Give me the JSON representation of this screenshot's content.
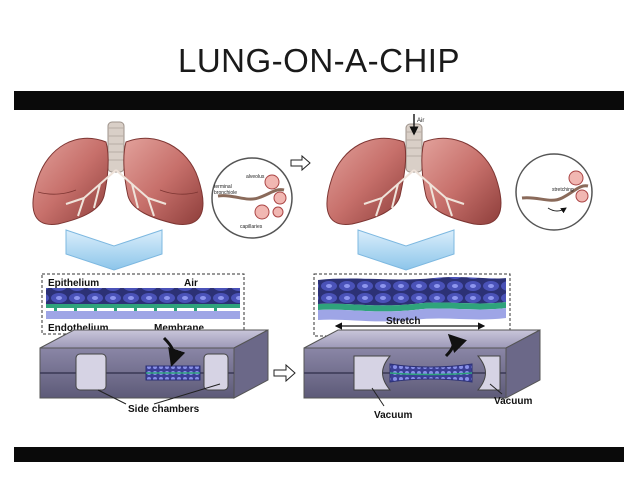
{
  "slide": {
    "title": "LUNG-ON-A-CHIP"
  },
  "left_panel": {
    "inset_labels": {
      "alveolus": "alveolus",
      "terminal": "terminal",
      "bronchiole": "bronchiole",
      "capillaries": "capillaries"
    },
    "chip_labels": {
      "epithelium": "Epithelium",
      "air": "Air",
      "endothelium": "Endothelium",
      "membrane": "Membrane",
      "side_chambers": "Side chambers"
    }
  },
  "right_panel": {
    "air_label": "Air",
    "inset_labels": {
      "stretching": "stretching"
    },
    "chip_labels": {
      "stretch": "Stretch",
      "vacuum_left": "Vacuum",
      "vacuum_right": "Vacuum"
    }
  },
  "colors": {
    "lung": "#c7706b",
    "trachea": "#d9cfc7",
    "chevron": "#a8d4ef",
    "chip_body": "#8e8aa8",
    "cells": "#3a3f9a",
    "membrane": "#2fa37c",
    "bar": "#0a0a0a"
  }
}
